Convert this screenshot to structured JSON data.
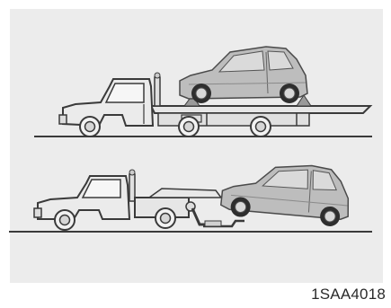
{
  "figure": {
    "code": "1SAA4018",
    "panel_bg": "#ececec",
    "car_color": "#bdbdbd",
    "truck_color": "#e4e4e4",
    "line_color": "#3a3a3a",
    "scenes": [
      {
        "name": "flatbed-tow",
        "vehicle": "flatbed-truck",
        "car_position": "on-bed"
      },
      {
        "name": "wheel-lift-tow",
        "vehicle": "wheel-lift-truck",
        "car_position": "front-wheels-lifted"
      }
    ]
  }
}
